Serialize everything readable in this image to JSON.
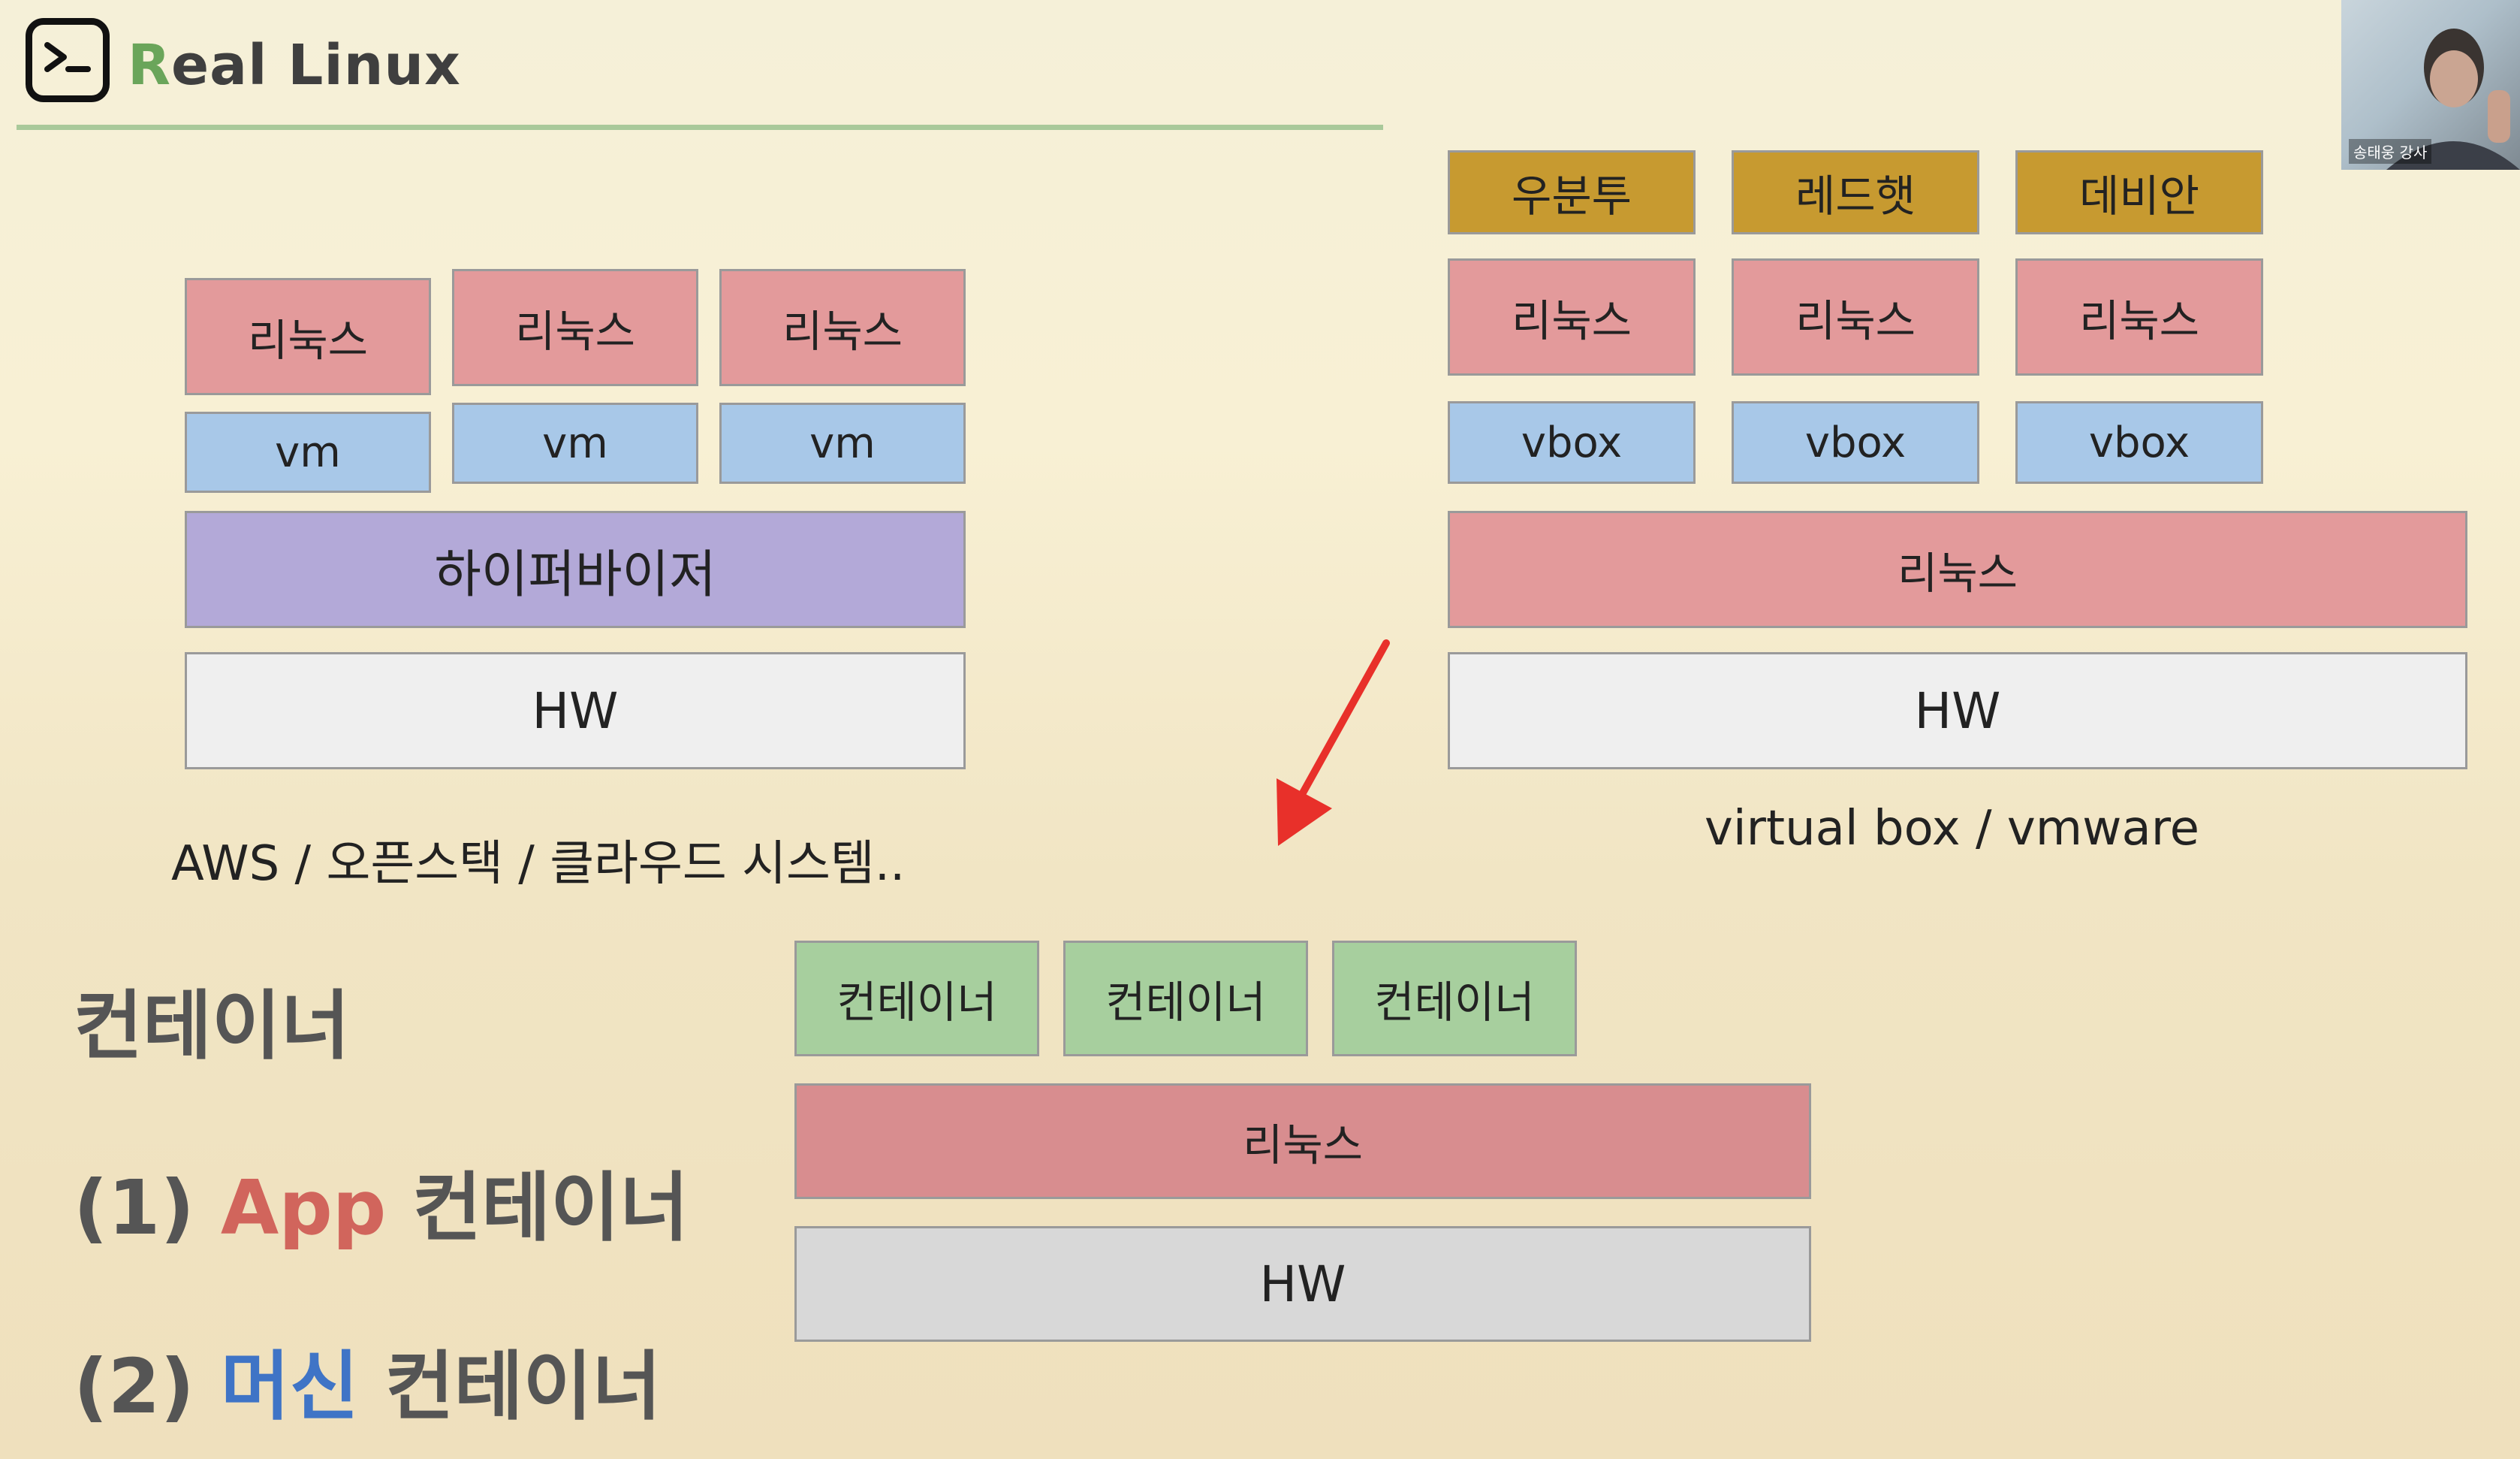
{
  "header": {
    "title_first_letter": "R",
    "title_rest": "eal Linux",
    "logo_icon": "terminal-prompt-icon"
  },
  "webcam": {
    "label": "송태웅 강사"
  },
  "left_stack": {
    "linux_labels": [
      "리눅스",
      "리눅스",
      "리눅스"
    ],
    "vm_labels": [
      "vm",
      "vm",
      "vm"
    ],
    "hypervisor": "하이퍼바이저",
    "hw": "HW",
    "caption": "AWS /  오픈스택 / 클라우드 시스템.."
  },
  "right_stack": {
    "distros": [
      "우분투",
      "레드햇",
      "데비안"
    ],
    "linux_labels": [
      "리눅스",
      "리눅스",
      "리눅스"
    ],
    "vbox_labels": [
      "vbox",
      "vbox",
      "vbox"
    ],
    "host_linux": "리눅스",
    "hw": "HW",
    "caption": "virtual box / vmware"
  },
  "container_stack": {
    "containers": [
      "컨테이너",
      "컨테이너",
      "컨테이너"
    ],
    "linux": "리눅스",
    "hw": "HW"
  },
  "bottom_left": {
    "heading": "컨테이너",
    "item1_prefix": "(1) ",
    "item1_highlight": "App",
    "item1_suffix": " 컨테이너",
    "item2_prefix": "(2) ",
    "item2_highlight": "머신",
    "item2_suffix": " 컨테이너"
  },
  "colors": {
    "linux": "#e39a9b",
    "vm": "#a8c8e8",
    "hypervisor": "#b3a9d8",
    "hw": "#efefef",
    "distro": "#c79a30",
    "container": "#a7cf9e",
    "arrow": "#e8302a",
    "accent_green": "#6aa55a",
    "accent_red": "#d1655c",
    "accent_blue": "#3f74c6"
  }
}
